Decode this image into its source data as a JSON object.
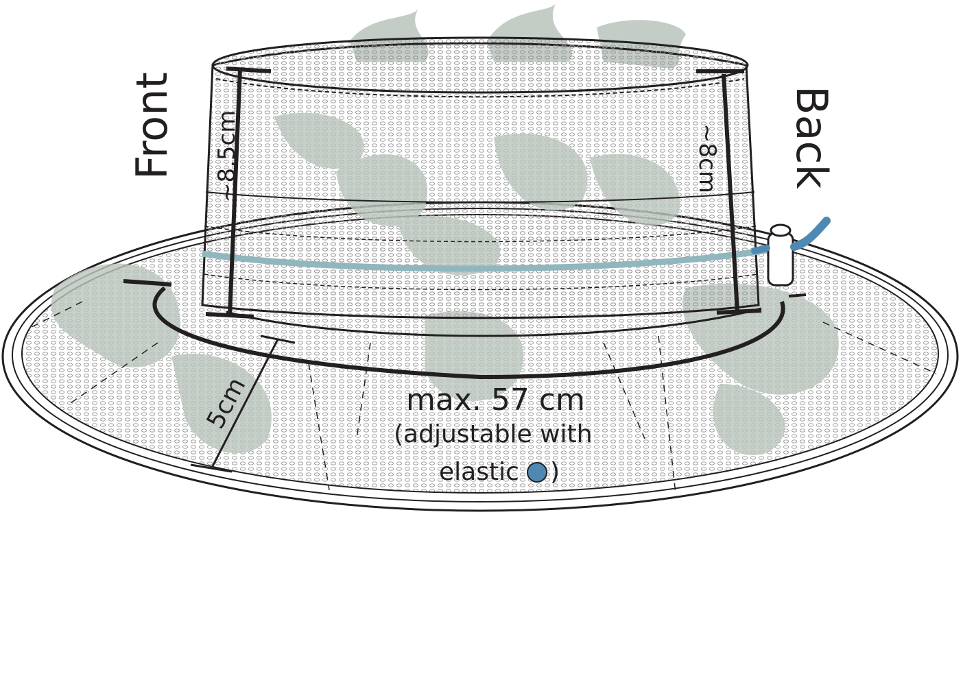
{
  "labels": {
    "front": "Front",
    "back": "Back",
    "front_height": "~8,5cm",
    "back_height": "~8cm",
    "brim_width": "5cm",
    "circumference": "max. 57 cm",
    "adjustable_line1": "(adjustable with",
    "adjustable_line2": "elastic",
    "adjustable_close": ")"
  },
  "colors": {
    "outline": "#231f20",
    "camo": "#b9c4bb",
    "elastic": "#4f88b3",
    "band": "#8fb7bd"
  }
}
